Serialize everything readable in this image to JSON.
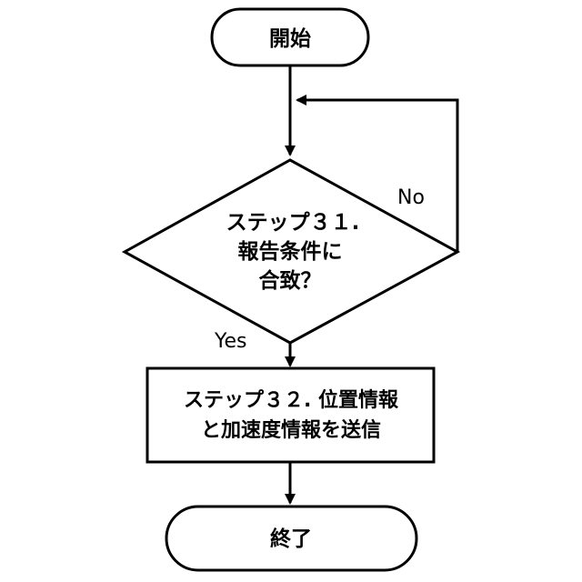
{
  "flowchart": {
    "start": {
      "label": "開始"
    },
    "decision": {
      "lines": [
        "ステップ３１.",
        "報告条件に",
        "合致？"
      ]
    },
    "process": {
      "lines": [
        "ステップ３２. 位置情報",
        "と加速度情報を送信"
      ]
    },
    "end": {
      "label": "終了"
    },
    "edges": {
      "no_label": "No",
      "yes_label": "Yes"
    }
  }
}
